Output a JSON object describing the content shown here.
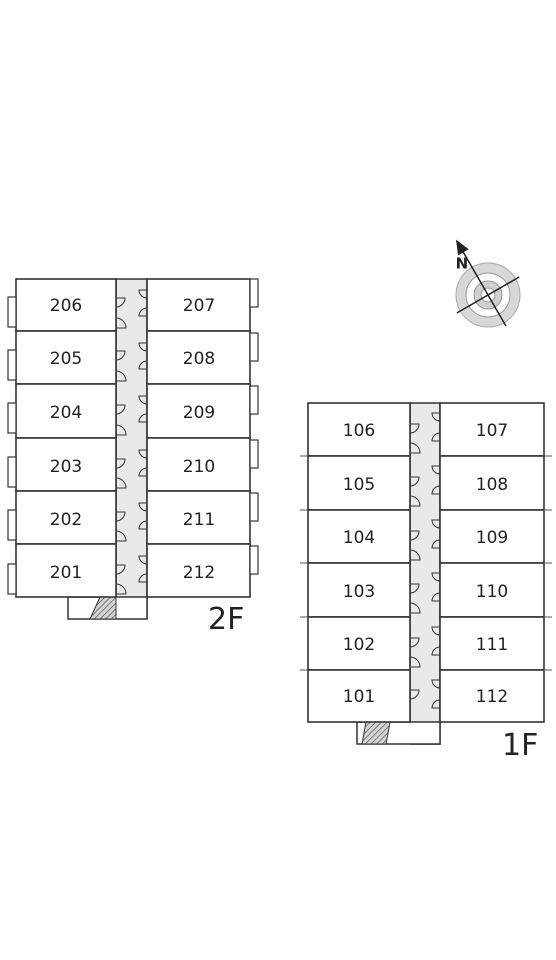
{
  "floors": [
    {
      "label": "2F",
      "left_units": [
        "206",
        "205",
        "204",
        "203",
        "202",
        "201"
      ],
      "right_units": [
        "207",
        "208",
        "209",
        "210",
        "211",
        "212"
      ]
    },
    {
      "label": "1F",
      "left_units": [
        "106",
        "105",
        "104",
        "103",
        "102",
        "101"
      ],
      "right_units": [
        "107",
        "108",
        "109",
        "110",
        "111",
        "112"
      ]
    }
  ],
  "compass": {
    "north_letter": "N"
  },
  "colors": {
    "line": "#333333",
    "corridor": "#e9e9e9",
    "stair": "#888888"
  }
}
